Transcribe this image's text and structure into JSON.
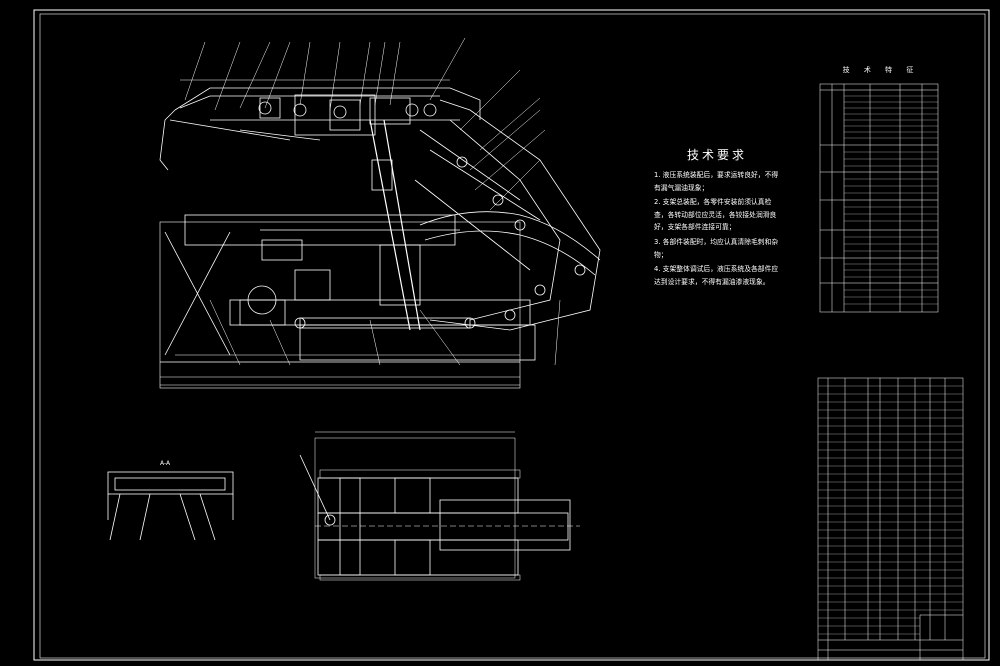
{
  "colors": {
    "background": "#000000",
    "line": "#ffffff",
    "accent": "#00ffff",
    "highlight": "#ffff00"
  },
  "technical_requirements": {
    "title": "技术要求",
    "items": [
      "1. 液压系统装配后，要求运转良好，不得有漏气漏油现象；",
      "2. 支架总装配，各零件安装前须认真检查，各转动部位应灵活，各铰接处润滑良好，支架各部件连接可靠；",
      "3. 各部件装配时，均应认真清除毛刺和杂物；",
      "4. 支架整体调试后，液压系统及各部件应达到设计要求，不得有漏油渗液现象。"
    ]
  },
  "bom_table": {
    "title": "技 术 特 征"
  },
  "section_label": "A-A"
}
